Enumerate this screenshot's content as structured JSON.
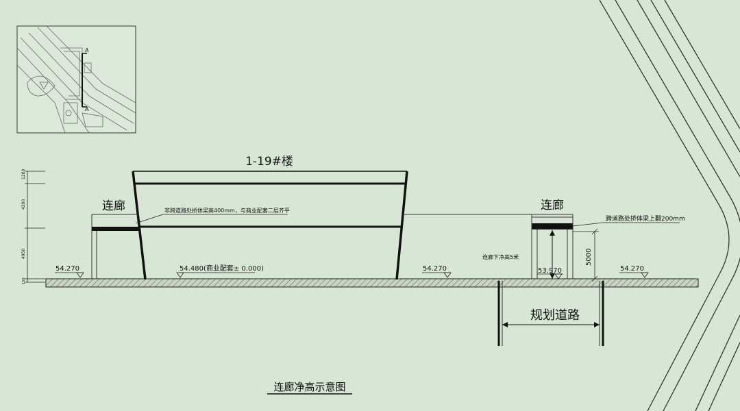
{
  "labels": {
    "building": "1-19#楼",
    "corridor_left": "连廊",
    "corridor_right": "连廊",
    "road": "规划道路",
    "caption": "连廊净高示意图"
  },
  "notes": {
    "left_note": "非跨道路处挢体梁高400mm，与商业配套二层齐平",
    "right_note": "跨道路处挢体梁上翻200mm",
    "clear_height": "连廊下净高5米"
  },
  "elevations": {
    "left": "54.270",
    "center": "54.480(商业配套± 0.000)",
    "mid_right": "54.270",
    "road": "53.970",
    "right": "54.270"
  },
  "dimensions": {
    "clear_5000": "5000",
    "dim_1200": "1200",
    "dim_4200": "4200",
    "dim_4950": "4950",
    "dim_150": "150"
  },
  "keymap": {
    "section_top": "A",
    "section_bottom": "A"
  }
}
